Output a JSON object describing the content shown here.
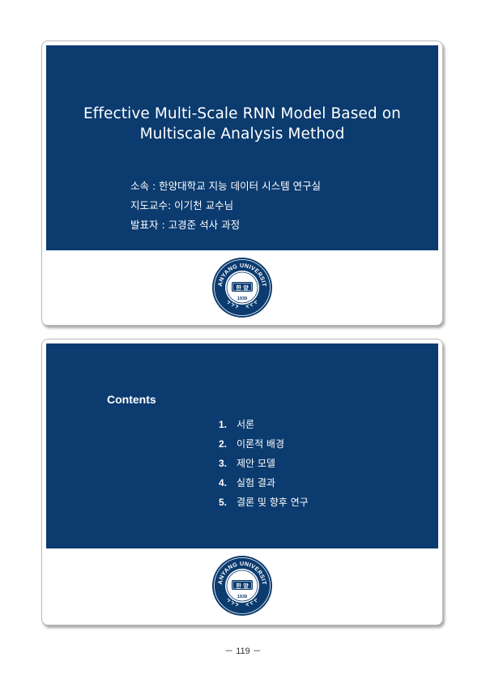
{
  "slide1": {
    "title_line1": "Effective Multi-Scale RNN Model Based on",
    "title_line2": "Multiscale Analysis Method",
    "affiliation": "소속 : 한양대학교 지능 데이터 시스템 연구실",
    "advisor": "지도교수: 이기천 교수님",
    "presenter": "발표자 : 고경준 석사 과정"
  },
  "slide2": {
    "heading": "Contents",
    "items": [
      {
        "num": "1.",
        "label": "서론"
      },
      {
        "num": "2.",
        "label": "이론적 배경"
      },
      {
        "num": "3.",
        "label": "제안 모델"
      },
      {
        "num": "4.",
        "label": "실험 결과"
      },
      {
        "num": "5.",
        "label": "결론 및 향후 연구"
      }
    ]
  },
  "logo": {
    "ring_text": "HANYANG UNIVERSITY",
    "center_text": "한 양",
    "year": "1939",
    "color": "#0b3b6f"
  },
  "page_number": "－ 119 －"
}
